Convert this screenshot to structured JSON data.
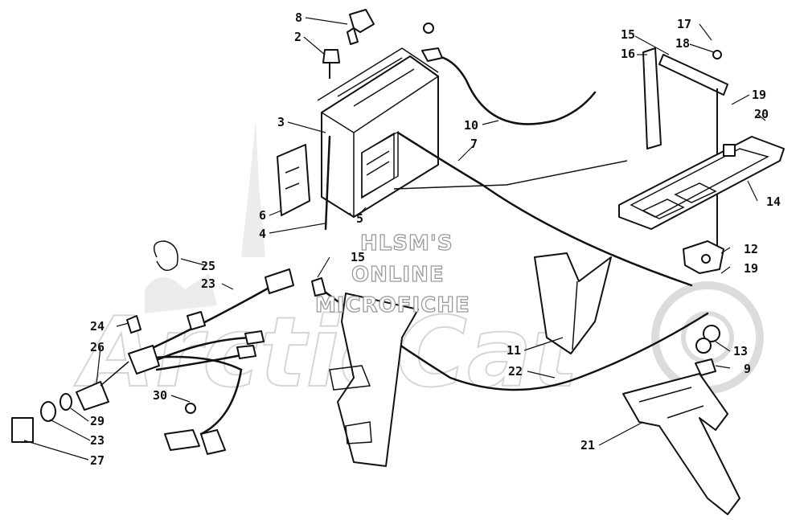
{
  "watermark": {
    "lines": [
      "HLSM'S",
      "ONLINE",
      "MICROFICHE"
    ],
    "brand": "ArcticCat"
  },
  "callouts": [
    {
      "id": "c8",
      "text": "8"
    },
    {
      "id": "c2",
      "text": "2"
    },
    {
      "id": "c3",
      "text": "3"
    },
    {
      "id": "c6",
      "text": "6"
    },
    {
      "id": "c4",
      "text": "4"
    },
    {
      "id": "c5",
      "text": "5"
    },
    {
      "id": "c10",
      "text": "10"
    },
    {
      "id": "c7",
      "text": "7"
    },
    {
      "id": "c15a",
      "text": "15"
    },
    {
      "id": "c16",
      "text": "16"
    },
    {
      "id": "c17",
      "text": "17"
    },
    {
      "id": "c18",
      "text": "18"
    },
    {
      "id": "c19a",
      "text": "19"
    },
    {
      "id": "c20",
      "text": "20"
    },
    {
      "id": "c14",
      "text": "14"
    },
    {
      "id": "c12",
      "text": "12"
    },
    {
      "id": "c19b",
      "text": "19"
    },
    {
      "id": "c13",
      "text": "13"
    },
    {
      "id": "c9",
      "text": "9"
    },
    {
      "id": "c25",
      "text": "25"
    },
    {
      "id": "c23a",
      "text": "23"
    },
    {
      "id": "c15b",
      "text": "15"
    },
    {
      "id": "c24",
      "text": "24"
    },
    {
      "id": "c26",
      "text": "26"
    },
    {
      "id": "c29",
      "text": "29"
    },
    {
      "id": "c23b",
      "text": "23"
    },
    {
      "id": "c27",
      "text": "27"
    },
    {
      "id": "c30",
      "text": "30"
    },
    {
      "id": "c11",
      "text": "11"
    },
    {
      "id": "c22",
      "text": "22"
    },
    {
      "id": "c21",
      "text": "21"
    }
  ]
}
